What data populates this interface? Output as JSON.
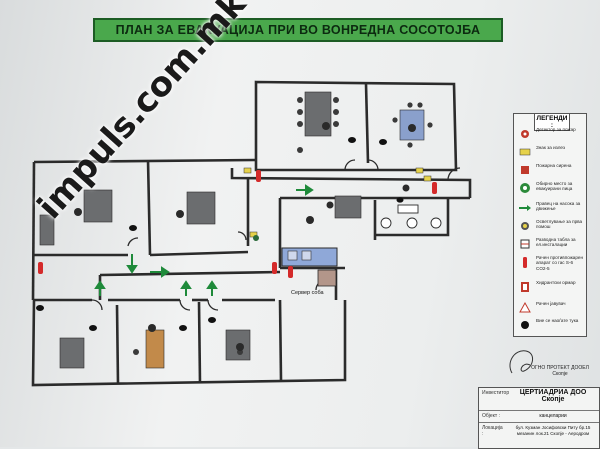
{
  "title": "ПЛАН ЗА ЕВАКУАЦИЈА ПРИ ВО ВОНРЕДНА СОСОТОЈБА",
  "watermark": "impuls.com.mk",
  "legend": {
    "heading": "ЛЕГЕНДИ :",
    "items": [
      {
        "icon": "smoke-detector-icon",
        "label": "Детектор за пожар"
      },
      {
        "icon": "yellow-sign-icon",
        "label": "Знак за излез"
      },
      {
        "icon": "fire-alarm-icon",
        "label": "Пожарна сирена"
      },
      {
        "icon": "assembly-point-icon",
        "label": "Обирно место за евакуирани лица"
      },
      {
        "icon": "evacuation-arrow-icon",
        "label": "Правец на насока за движење"
      },
      {
        "icon": "emergency-light-icon",
        "label": "Осветлување за прва помош"
      },
      {
        "icon": "distribution-panel-icon",
        "label": "Разводна табла за ел.инсталации"
      },
      {
        "icon": "fire-extinguisher-icon",
        "label": "Рачен противпожарен апарат со гас S-6 CO2-5"
      },
      {
        "icon": "hydrant-icon",
        "label": "Хидрантски ормар"
      },
      {
        "icon": "manual-call-point-icon",
        "label": "Рачен јавувач"
      },
      {
        "icon": "you-are-here-icon",
        "label": "Вие се наоѓате тука"
      }
    ]
  },
  "plan_labels": {
    "server_room": "Сервер соба"
  },
  "stamp": "ОГНО ПРОТЕКТ ДООЕЛ Скопје",
  "title_block": {
    "client_label": "Инвеститор",
    "client": "ЦЕРТИАДРИА ДОО Скопје",
    "object_label": "Објект :",
    "object": "канцеларии",
    "location_label": "Локација :",
    "location": "бул. Кузман Јосифовски Питу бр.15 мезанин лок.21 Скопје - Аеродром"
  },
  "colors": {
    "title_bg": "#4aa84c",
    "walls": "#2b2b2b",
    "arrows": "#1e8a3a",
    "extinguisher": "#d42a2a",
    "kitchen": "#8fa8d8"
  }
}
